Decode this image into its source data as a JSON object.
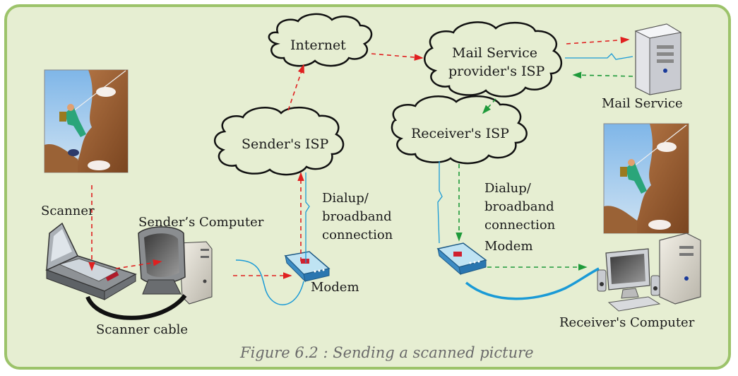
{
  "diagram": {
    "clouds": {
      "internet": "Internet",
      "mail_isp_line1": "Mail Service",
      "mail_isp_line2": "provider's ISP",
      "sender_isp": "Sender's ISP",
      "receiver_isp": "Receiver's ISP"
    },
    "labels": {
      "scanner": "Scanner",
      "senders_computer": "Sender’s Computer",
      "scanner_cable": "Scanner cable",
      "modem_sender": "Modem",
      "dialup_sender": [
        "Dialup/",
        "broadband",
        "connection"
      ],
      "dialup_receiver": [
        "Dialup/",
        "broadband",
        "connection",
        "Modem"
      ],
      "mail_service": "Mail Service",
      "receivers_computer": "Receiver's Computer"
    },
    "caption": "Figure 6.2 : Sending a scanned picture",
    "colors": {
      "background": "#e6eed2",
      "border": "#9cc36a",
      "red_arrow": "#e02020",
      "green_arrow": "#1e9a3a",
      "blue_link": "#1a9ad6"
    },
    "icons": [
      "climber-picture",
      "scanner",
      "computer",
      "modem",
      "mail-server",
      "desktop-computer"
    ]
  }
}
